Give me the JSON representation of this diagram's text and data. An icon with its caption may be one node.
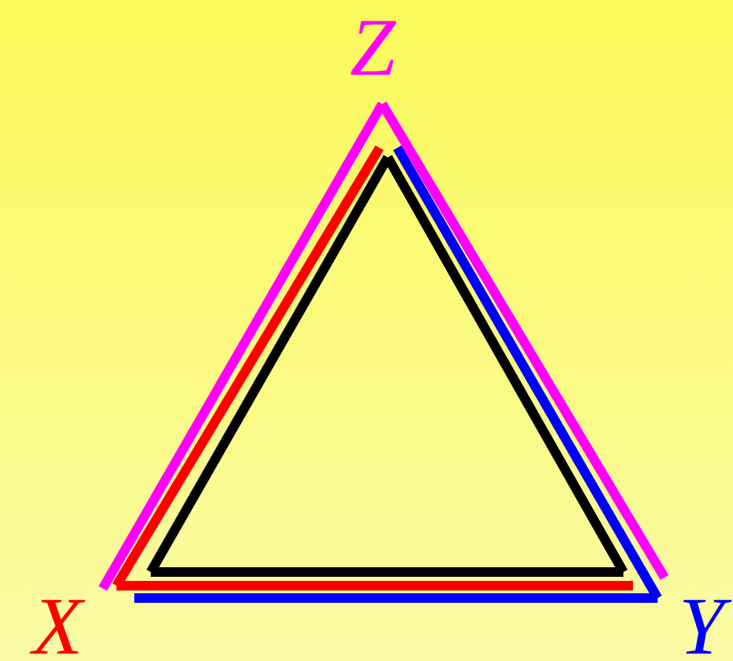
{
  "diagram": {
    "nodes": [
      {
        "text": [
          "Z"
        ]
      },
      {
        "text": [
          "X"
        ]
      },
      {
        "text": [
          "Y"
        ]
      }
    ],
    "edges": [
      {
        "from": 1,
        "to": 2,
        "arrow": "none",
        "color": "#000000"
      },
      {
        "from": 2,
        "to": 0,
        "arrow": "none",
        "color": "#000000"
      },
      {
        "from": 0,
        "to": 1,
        "arrow": "none",
        "color": "#000000"
      },
      {
        "from": 0,
        "to": 1,
        "arrow": "none",
        "color": "#ff0000"
      },
      {
        "from": 1,
        "to": 2,
        "arrow": "none",
        "color": "#ff0000"
      },
      {
        "from": 0,
        "to": 2,
        "arrow": "none",
        "color": "#0000ff"
      },
      {
        "from": 2,
        "to": 1,
        "arrow": "none",
        "color": "#0000ff"
      },
      {
        "from": 1,
        "to": 0,
        "arrow": "none",
        "color": "#ff00ff"
      },
      {
        "from": 0,
        "to": 2,
        "arrow": "none",
        "color": "#ff00ff"
      }
    ]
  }
}
